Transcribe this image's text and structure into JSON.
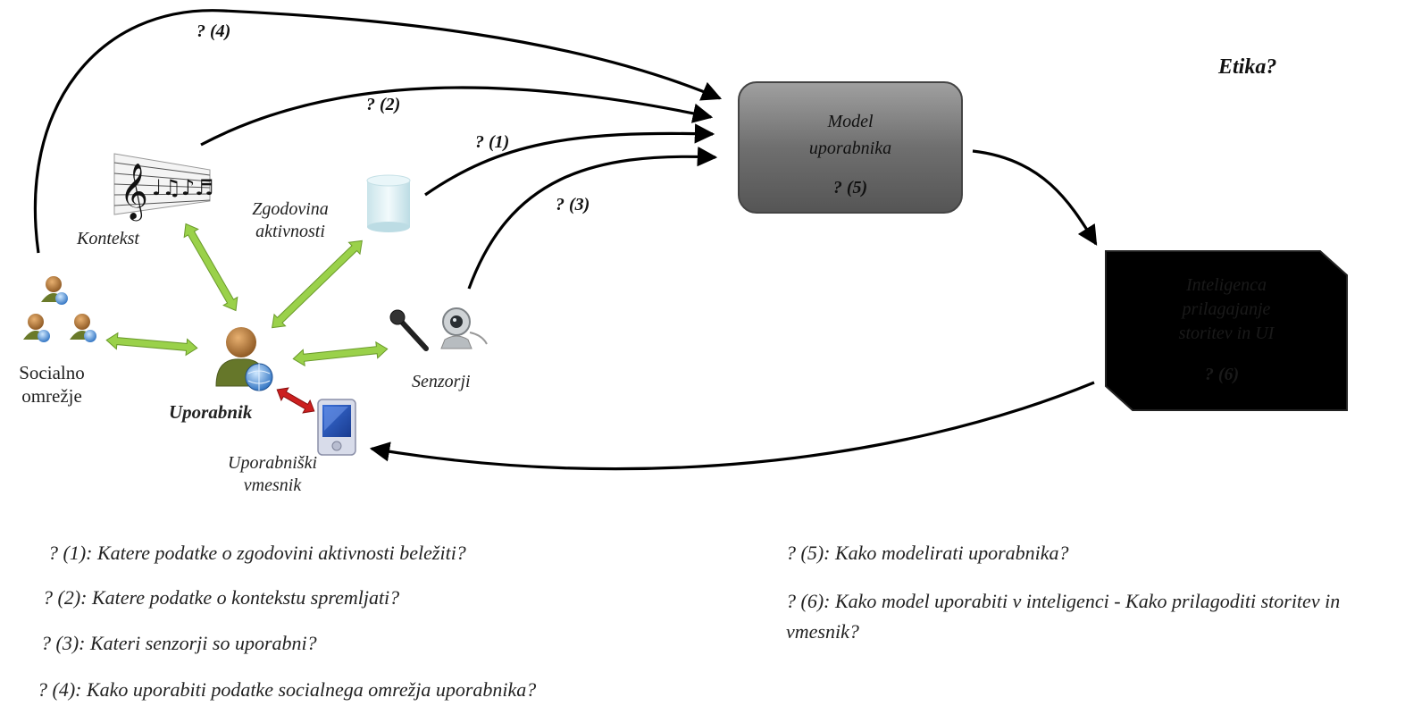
{
  "nodes": {
    "context": "Kontekst",
    "history": "Zgodovina aktivnosti",
    "social": "Socialno omrežje",
    "user": "Uporabnik",
    "sensors": "Senzorji",
    "interface": "Uporabniški vmesnik",
    "model_box": {
      "title": "Model uporabnika",
      "q": "? (5)"
    },
    "intelligence_box": {
      "title": "Inteligenca prilagajanje storitev in UI",
      "q": "? (6)"
    }
  },
  "arrow_labels": {
    "q1": "? (1)",
    "q2": "? (2)",
    "q3": "? (3)",
    "q4": "? (4)"
  },
  "ethics": "Etika?",
  "questions": {
    "q1": "? (1): Katere podatke o zgodovini aktivnosti beležiti?",
    "q2": "? (2): Katere podatke o kontekstu spremljati?",
    "q3": "? (3): Kateri senzorji so uporabni?",
    "q4": "? (4): Kako uporabiti podatke socialnega omrežja uporabnika?",
    "q5": "? (5): Kako modelirati uporabnika?",
    "q6": "? (6): Kako model uporabiti v inteligenci - Kako prilagoditi storitev in vmesnik?"
  },
  "icons": {
    "context": "music-notes-icon",
    "history": "database-cylinder-icon",
    "social": "people-group-icon",
    "user": "user-globe-icon",
    "sensors": "microphone-webcam-icon",
    "interface": "pda-device-icon"
  },
  "colors": {
    "green_arrow": "#9ad14a",
    "red_arrow": "#cc1f1f",
    "model_box": "#6e6e6e",
    "intelligence_box": "#000000"
  }
}
